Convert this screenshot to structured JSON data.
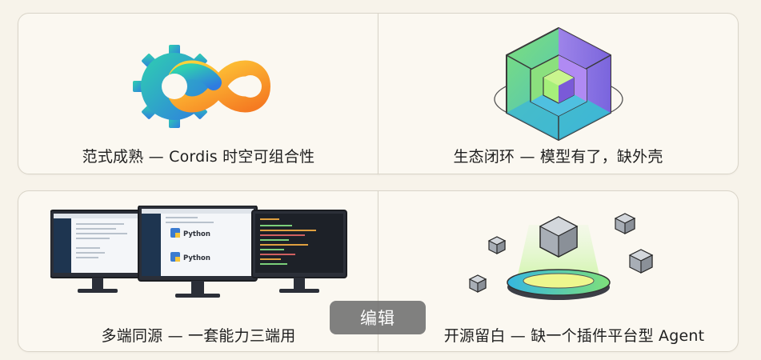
{
  "cards": [
    {
      "caption": "范式成熟 — Cordis 时空可组合性"
    },
    {
      "caption": "生态闭环 — 模型有了，缺外壳"
    },
    {
      "caption": "多端同源 — 一套能力三端用"
    },
    {
      "caption": "开源留白 — 缺一个插件平台型 Agent"
    }
  ],
  "screens": {
    "python_label_1": "Python",
    "python_label_2": "Python"
  },
  "edit_button": {
    "label": "编辑"
  },
  "colors": {
    "gear_blue": "#3aa0e0",
    "infinity_orange": "#f59a2a",
    "cube_green": "#5fd18a",
    "cube_purple": "#9b6df0",
    "card_border": "#d9d4c8"
  },
  "icons": [
    "gear-infinity-icon",
    "nested-cube-icon",
    "three-monitors-icon",
    "plugin-platform-icon"
  ]
}
